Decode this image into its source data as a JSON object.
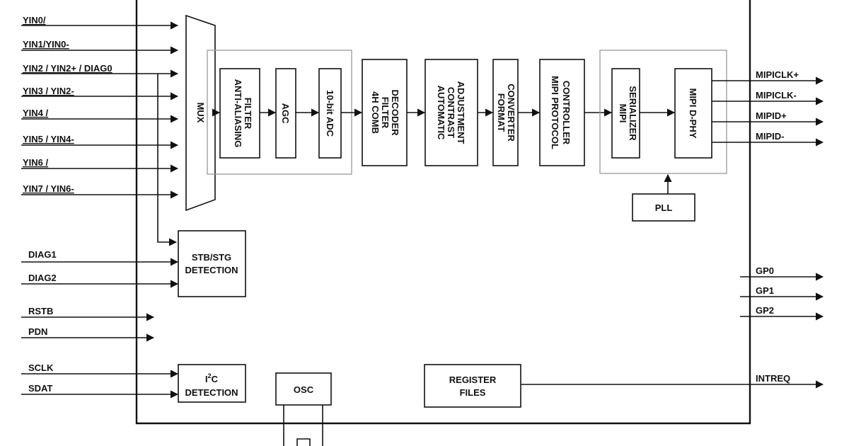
{
  "inputs": {
    "yin0": "YIN0/",
    "yin1": "YIN1/YIN0-",
    "yin2": "YIN2 / YIN2+ / DIAG0",
    "yin3": "YIN3 / YIN2-",
    "yin4": "YIN4 /",
    "yin5": "YIN5 / YIN4-",
    "yin6": "YIN6 /",
    "yin7": "YIN7 / YIN6-",
    "diag1": "DIAG1",
    "diag2": "DIAG2",
    "rstb": "RSTB",
    "pdn": "PDN",
    "sclk": "SCLK",
    "sdat": "SDAT"
  },
  "outputs": {
    "mipiclk_p": "MIPICLK+",
    "mipiclk_n": "MIPICLK-",
    "mipid_p": "MIPID+",
    "mipid_n": "MIPID-",
    "gp0": "GP0",
    "gp1": "GP1",
    "gp2": "GP2",
    "intreq": "INTREQ"
  },
  "blocks": {
    "mux": "MUX",
    "anti_aliasing": [
      "ANTI-ALIASING",
      "FILTER"
    ],
    "agc": "AGC",
    "adc": "10-bit ADC",
    "comb_filter": [
      "4H COMB",
      "FILTER",
      "DECODER"
    ],
    "contrast": [
      "AUTOMATIC",
      "CONTRAST",
      "ADJUSTMENT"
    ],
    "format": [
      "FORMAT",
      "CONVERTER"
    ],
    "mipi_protocol": [
      "MIPI PROTOCOL",
      "CONTROLLER"
    ],
    "mipi_serializer": [
      "MIPI",
      "SERIALIZER"
    ],
    "mipi_dphy": "MIPI D-PHY",
    "pll": "PLL",
    "stb_stg": [
      "STB/STG",
      "DETECTION"
    ],
    "i2c_main": "I",
    "i2c_sup": "2",
    "i2c_tail": "C",
    "i2c_line2": "DETECTION",
    "osc": "OSC",
    "register": [
      "REGISTER",
      "FILES"
    ]
  }
}
